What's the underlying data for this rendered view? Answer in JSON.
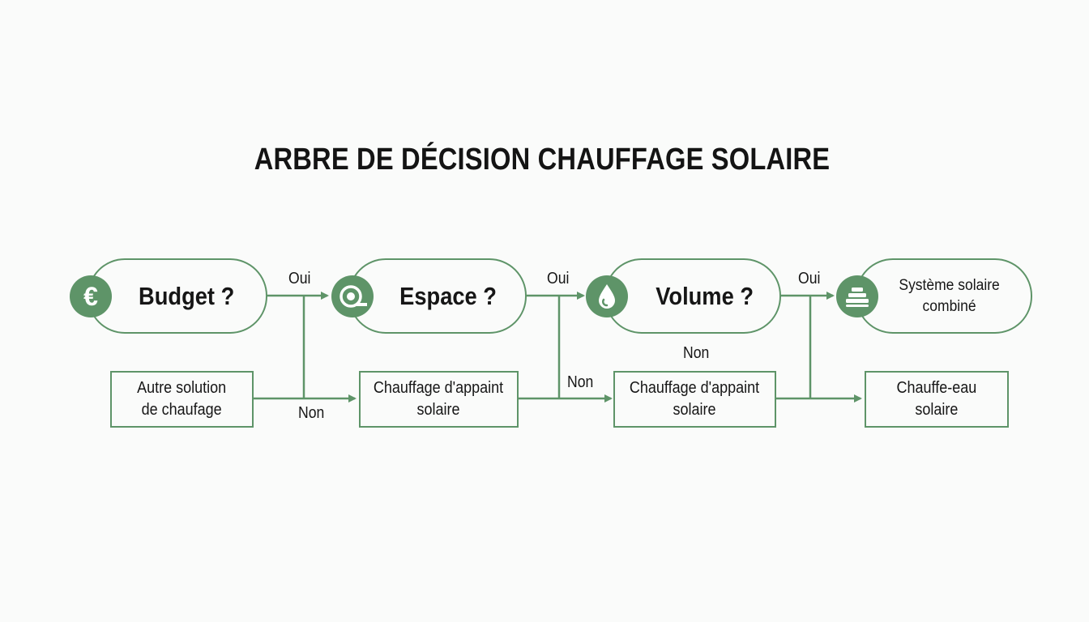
{
  "theme": {
    "accent": "#5e9468",
    "text": "#161616",
    "background": "#fafbfa"
  },
  "title": "ARBRE DE DÉCISION CHAUFFAGE SOLAIRE",
  "decisions": [
    {
      "label": "Budget ?",
      "icon": "euro-icon"
    },
    {
      "label": "Espace ?",
      "icon": "tape-measure-icon"
    },
    {
      "label": "Volume ?",
      "icon": "water-drop-icon"
    }
  ],
  "final": {
    "label": "Système solaire\ncombiné",
    "icon": "solar-panel-icon"
  },
  "outcomes": [
    {
      "label": "Autre solution\nde chaufage"
    },
    {
      "label": "Chauffage d'appaint\nsolaire"
    },
    {
      "label": "Chauffage d'appaint\nsolaire"
    },
    {
      "label": "Chauffe-eau\nsolaire"
    }
  ],
  "edge_labels": {
    "yes_1": "Oui",
    "yes_2": "Oui",
    "yes_3": "Oui",
    "no_1": "Non",
    "no_2": "Non",
    "no_3": "Non"
  }
}
